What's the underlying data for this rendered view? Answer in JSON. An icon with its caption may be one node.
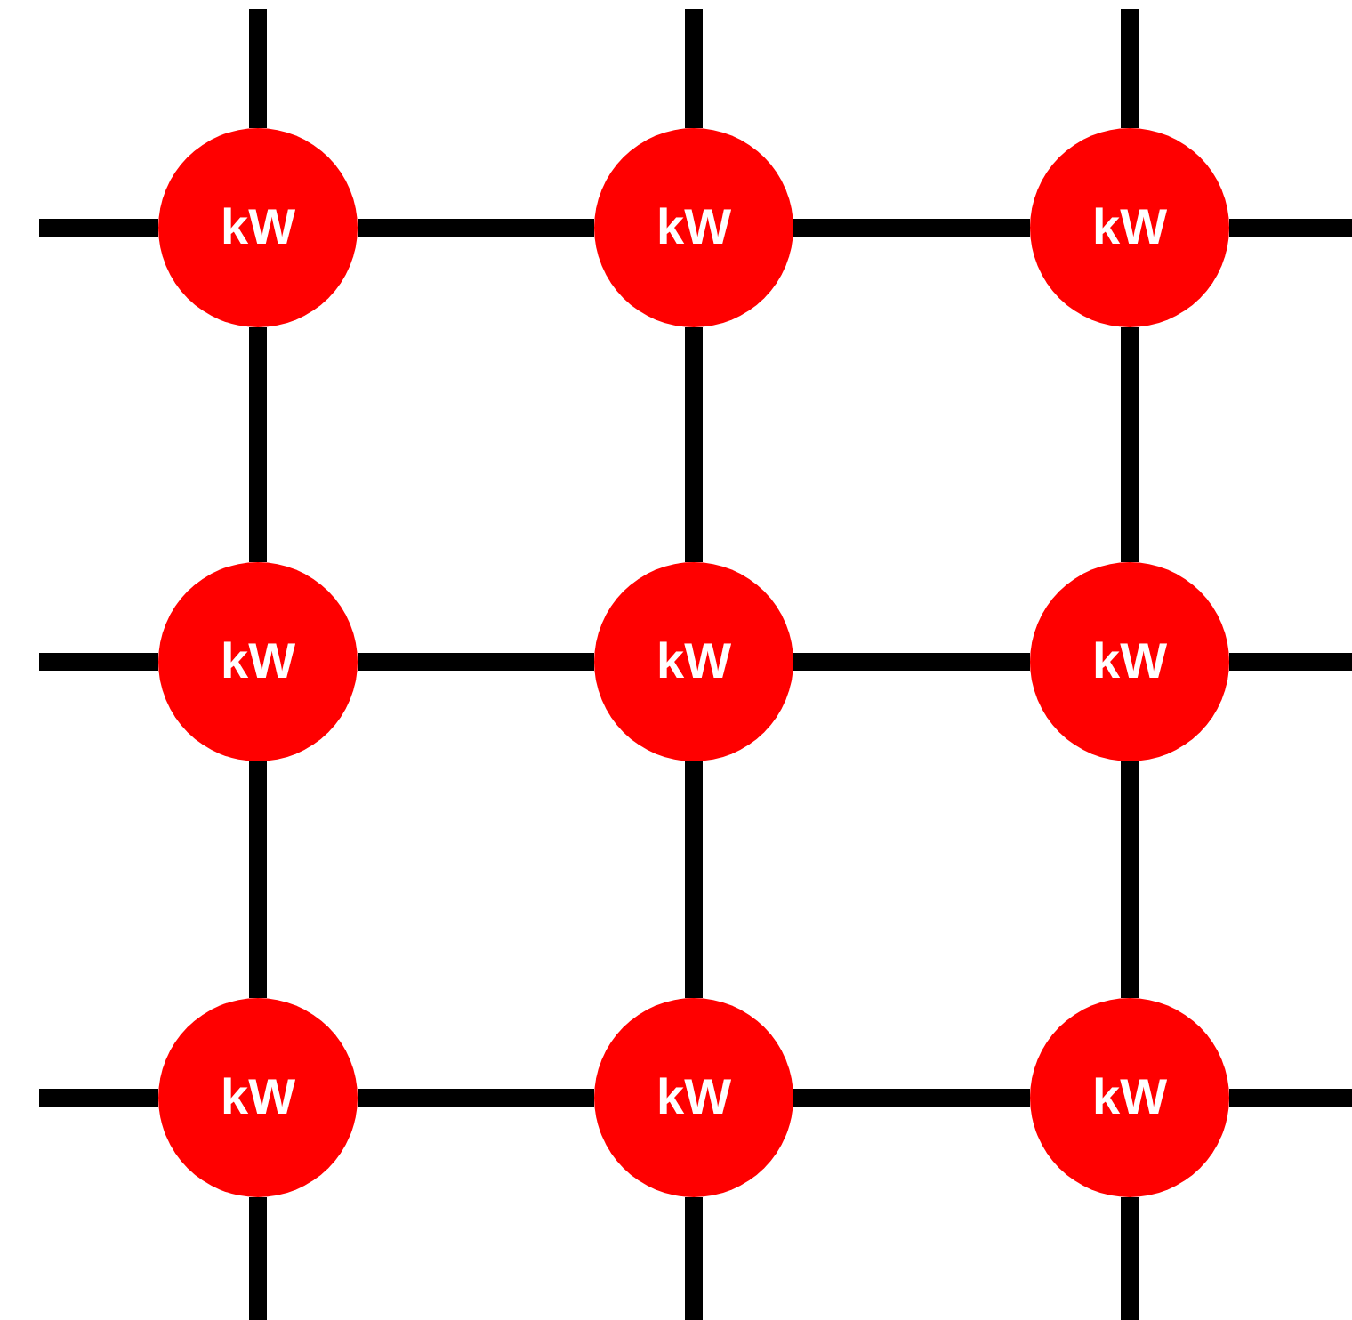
{
  "diagram": {
    "nodes": [
      {
        "text": [
          "kW"
        ]
      },
      {
        "text": [
          "kW"
        ]
      },
      {
        "text": [
          "kW"
        ]
      },
      {
        "text": [
          "kW"
        ]
      },
      {
        "text": [
          "kW"
        ]
      },
      {
        "text": [
          "kW"
        ]
      },
      {
        "text": [
          "kW"
        ]
      },
      {
        "text": [
          "kW"
        ]
      },
      {
        "text": [
          "kW"
        ]
      }
    ],
    "edges": [
      {
        "from": 0,
        "to": 1,
        "arrow": "none"
      },
      {
        "from": 1,
        "to": 2,
        "arrow": "none"
      },
      {
        "from": 3,
        "to": 4,
        "arrow": "none"
      },
      {
        "from": 4,
        "to": 5,
        "arrow": "none"
      },
      {
        "from": 6,
        "to": 7,
        "arrow": "none"
      },
      {
        "from": 7,
        "to": 8,
        "arrow": "none"
      },
      {
        "from": 0,
        "to": 3,
        "arrow": "none"
      },
      {
        "from": 3,
        "to": 6,
        "arrow": "none"
      },
      {
        "from": 1,
        "to": 4,
        "arrow": "none"
      },
      {
        "from": 4,
        "to": 7,
        "arrow": "none"
      },
      {
        "from": 2,
        "to": 5,
        "arrow": "none"
      },
      {
        "from": 5,
        "to": 8,
        "arrow": "none"
      },
      {
        "from": null,
        "to": 0,
        "arrow": "none"
      },
      {
        "from": null,
        "to": 1,
        "arrow": "none"
      },
      {
        "from": null,
        "to": 2,
        "arrow": "none"
      },
      {
        "from": null,
        "to": 0,
        "arrow": "none"
      },
      {
        "from": null,
        "to": 3,
        "arrow": "none"
      },
      {
        "from": null,
        "to": 6,
        "arrow": "none"
      },
      {
        "from": null,
        "to": 2,
        "arrow": "none"
      },
      {
        "from": null,
        "to": 5,
        "arrow": "none"
      },
      {
        "from": null,
        "to": 8,
        "arrow": "none"
      },
      {
        "from": null,
        "to": 6,
        "arrow": "none"
      },
      {
        "from": null,
        "to": 7,
        "arrow": "none"
      },
      {
        "from": null,
        "to": 8,
        "arrow": "none"
      }
    ]
  }
}
